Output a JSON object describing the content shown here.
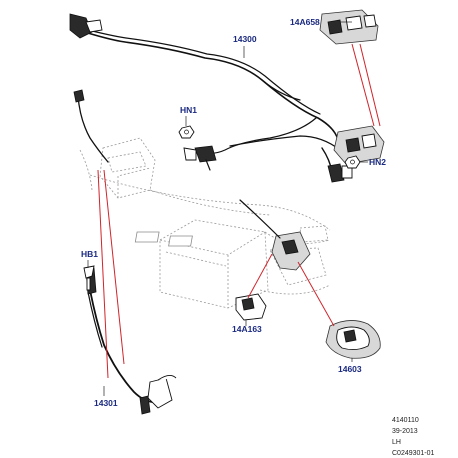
{
  "callouts": {
    "part_14300": "14300",
    "part_14A658": "14A658",
    "part_HN1": "HN1",
    "part_HN2": "HN2",
    "part_HB1": "HB1",
    "part_14A163": "14A163",
    "part_14603": "14603",
    "part_14301": "14301"
  },
  "footer": {
    "line1": "4140110",
    "line2": "39-2013",
    "line3": "LH",
    "line4": "C0249301-01"
  },
  "colors": {
    "callout_text": "#1b2a80",
    "leader_red": "#d1232a",
    "harness": "#111111",
    "ghost_outline": "#9a9a9a"
  }
}
